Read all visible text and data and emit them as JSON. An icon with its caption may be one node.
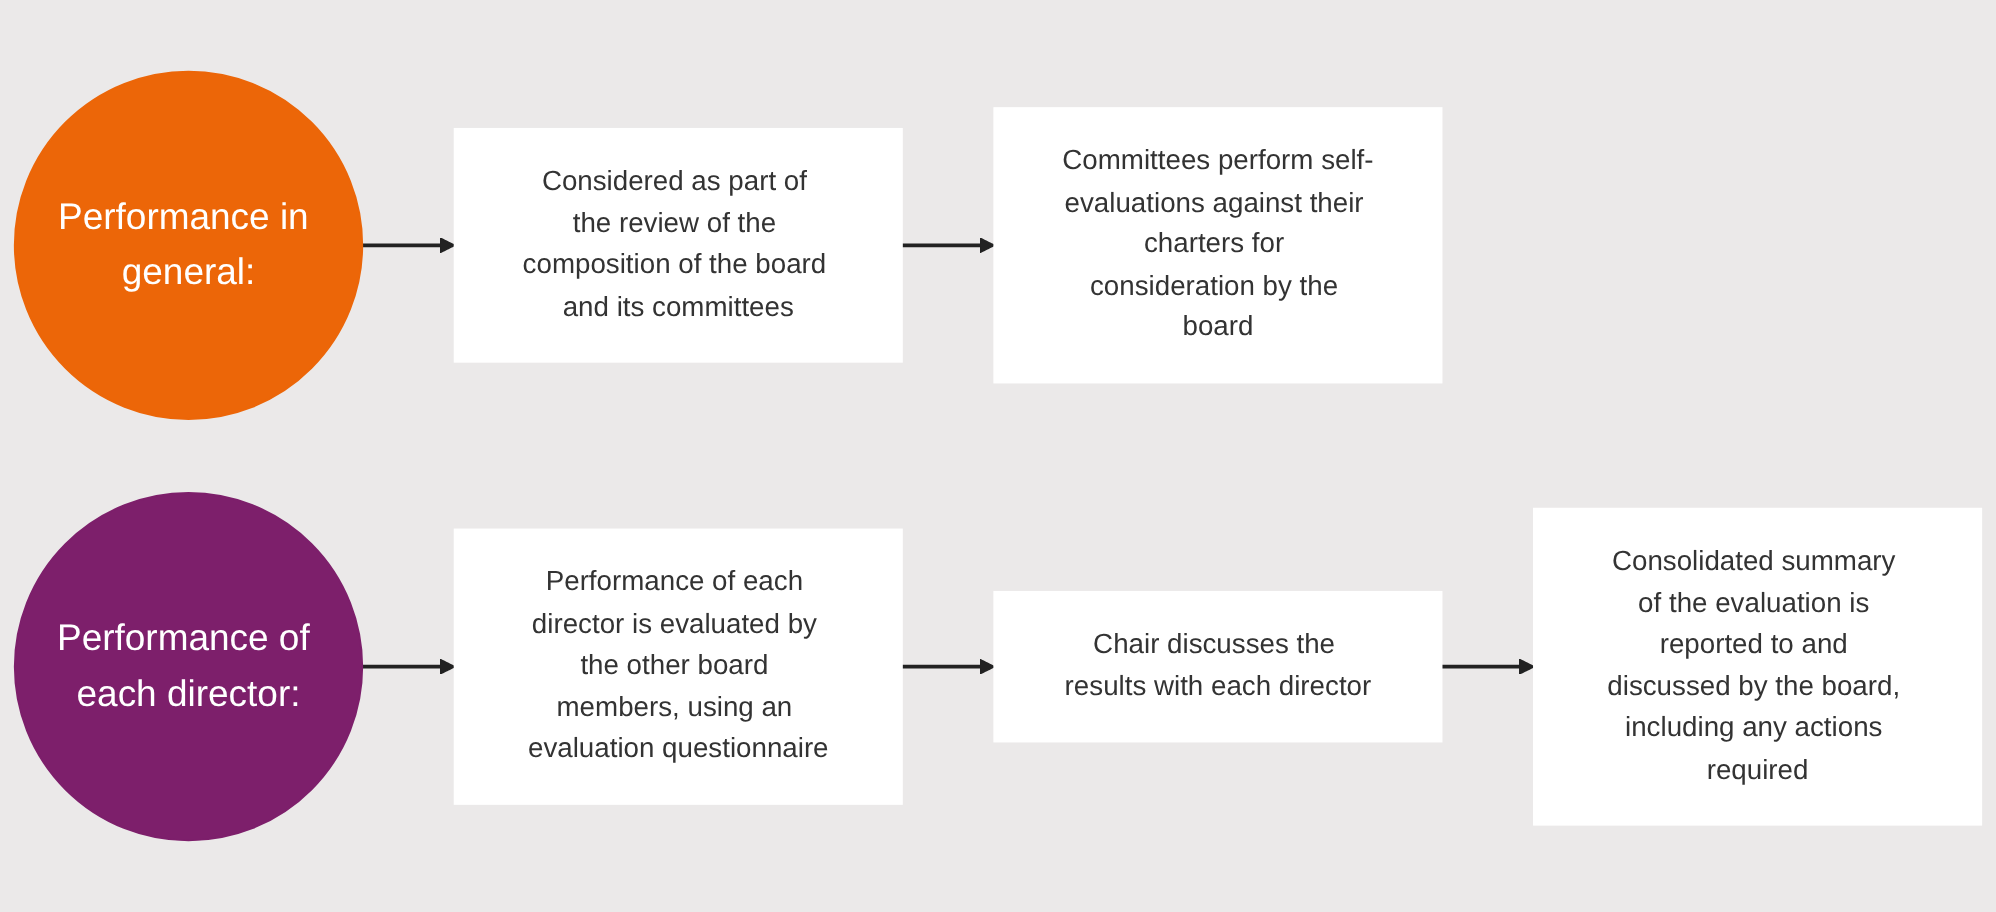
{
  "diagram": {
    "nodes": [
      {
        "text": [
          "Performance in general:"
        ]
      },
      {
        "text": [
          "Considered as part of the review of the composition of the board and its committees"
        ]
      },
      {
        "text": [
          "Committees perform self-evaluations against their charters for consideration by the board"
        ]
      },
      {
        "text": [
          "Performance of each director:"
        ]
      },
      {
        "text": [
          "Performance of each director is evaluated by the other board members, using an evaluation questionnaire"
        ]
      },
      {
        "text": [
          "Chair discusses the results with each director"
        ]
      },
      {
        "text": [
          "Consolidated summary of the evaluation is reported to and discussed by the board, including any actions required"
        ]
      }
    ],
    "edges": [
      {
        "from": 0,
        "to": 1,
        "arrow": "to"
      },
      {
        "from": 1,
        "to": 2,
        "arrow": "to"
      },
      {
        "from": 3,
        "to": 4,
        "arrow": "to"
      },
      {
        "from": 4,
        "to": 5,
        "arrow": "to"
      },
      {
        "from": 5,
        "to": 6,
        "arrow": "to"
      }
    ]
  }
}
